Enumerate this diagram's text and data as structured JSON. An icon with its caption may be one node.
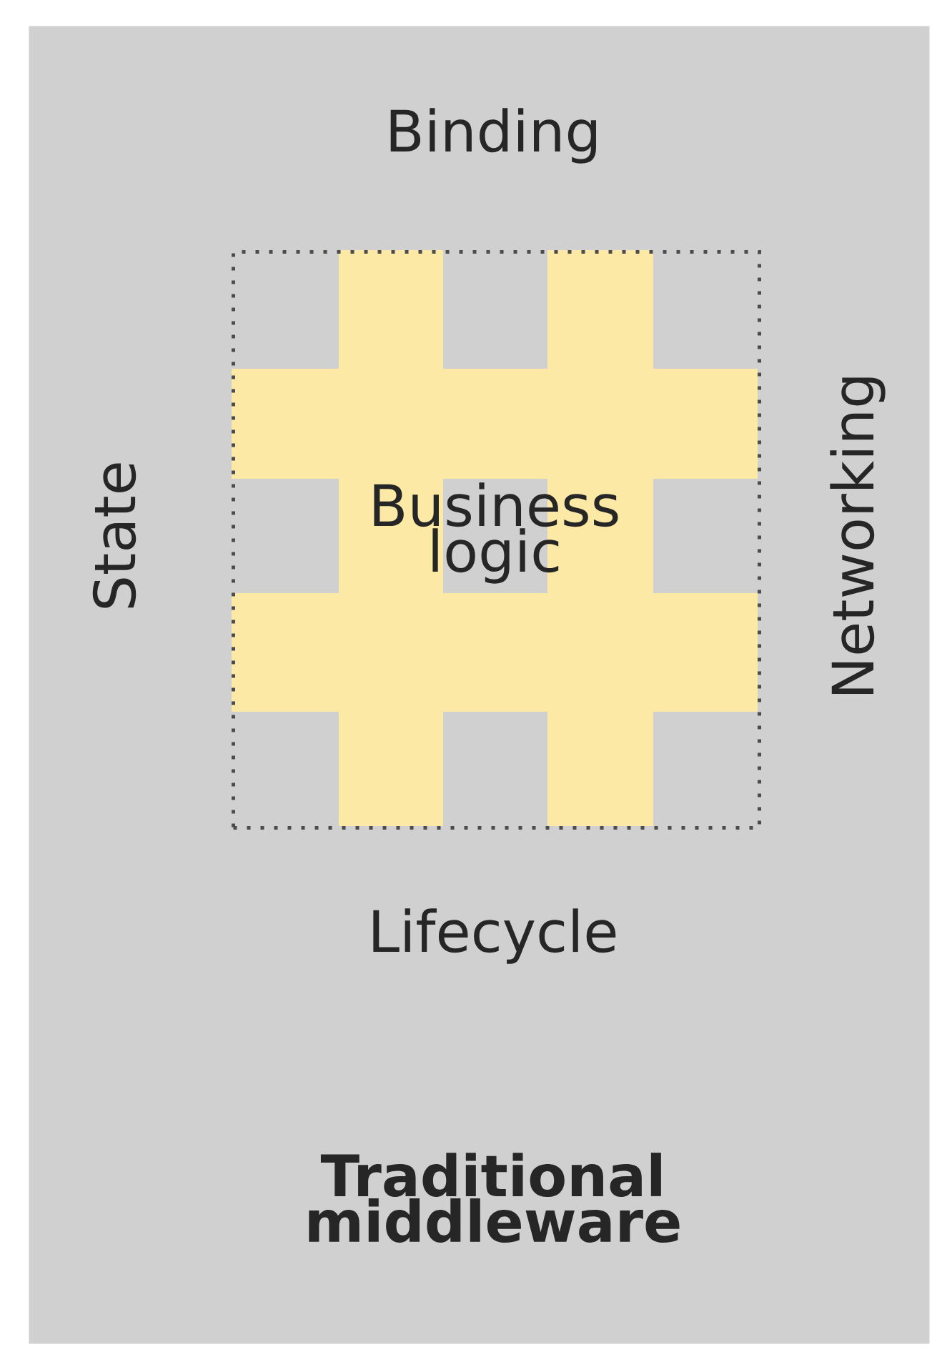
{
  "diagram": {
    "nodes": [
      {
        "text": [
          "Traditional middleware"
        ]
      },
      {
        "text": [
          "Business logic"
        ],
        "in": 0
      }
    ],
    "labels": [
      "Binding",
      "State",
      "Networking",
      "Lifecycle"
    ]
  }
}
